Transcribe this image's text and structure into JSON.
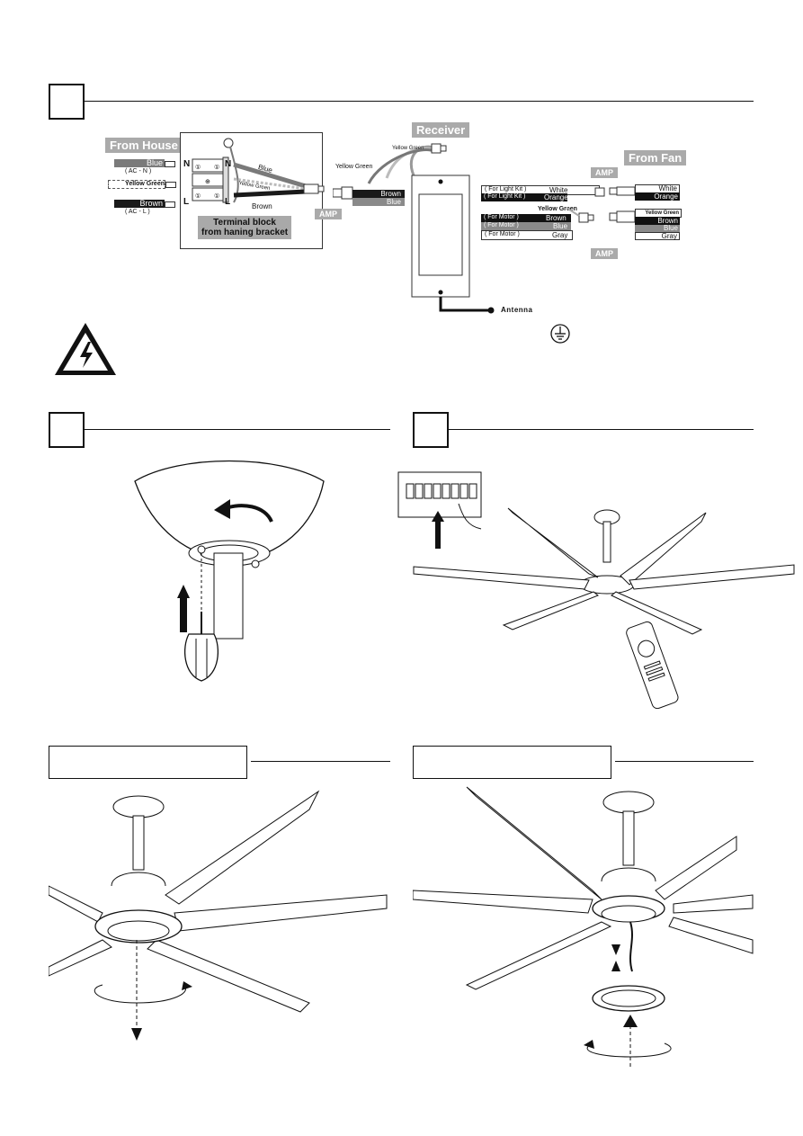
{
  "wiring": {
    "from_house": "From House",
    "house_wires": [
      {
        "name": "Blue",
        "sub": "( AC - N )"
      },
      {
        "name": "Yellow Green",
        "sub": ""
      },
      {
        "name": "Brown",
        "sub": "( AC - L )"
      }
    ],
    "terminal_n": "N",
    "terminal_l": "L",
    "terminal_block": "Terminal block\nfrom haning bracket",
    "terminal_wires": [
      "Blue",
      "Yellow Green",
      "Brown"
    ],
    "amp": "AMP",
    "receiver": "Receiver",
    "receiver_inputs": [
      "Brown",
      "Blue"
    ],
    "receiver_top_wires": [
      "Yellow Green",
      "Yellow Green"
    ],
    "outputs": [
      {
        "tag": "( For Light Kit )",
        "color": "White"
      },
      {
        "tag": "( For Light Kit )",
        "color": "Orange"
      },
      {
        "tag": "( For Motor )",
        "color": "Brown"
      },
      {
        "tag": "( For Motor )",
        "color": "Blue"
      },
      {
        "tag": "( For Motor )",
        "color": "Gray"
      }
    ],
    "output_yellow_green": "Yellow Green",
    "from_fan": "From Fan",
    "fan_light": [
      "White",
      "Orange"
    ],
    "fan_motor": [
      "Yellow Green",
      "Brown",
      "Blue",
      "Gray"
    ],
    "antenna": "Antenna"
  },
  "colors": {
    "blue_wire": "#7a7a7a",
    "brown_wire": "#1a1a1a",
    "label_gray": "#a9a9a9"
  }
}
